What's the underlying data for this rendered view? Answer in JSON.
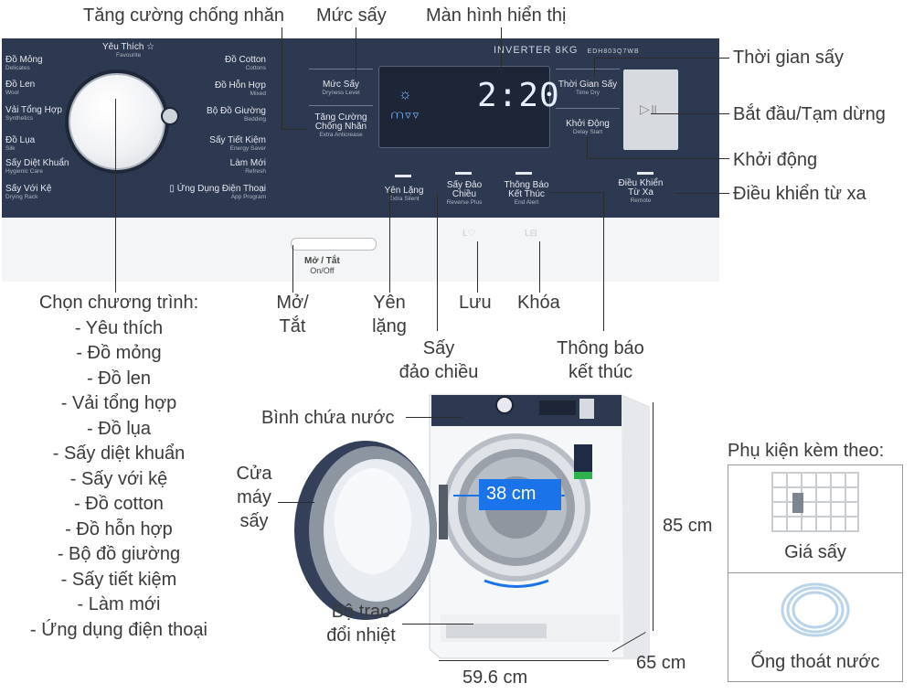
{
  "top_callouts": {
    "anti_crease": "Tăng cường chống nhăn",
    "dryness": "Mức sấy",
    "display": "Màn hình hiển thị"
  },
  "right_callouts": {
    "dry_time": "Thời gian sấy",
    "start_pause": "Bắt đầu/Tạm dừng",
    "delay_start": "Khởi động",
    "remote": "Điều khiển từ xa"
  },
  "bottom_callouts": {
    "on_off_line1": "Mở/",
    "on_off_line2": "Tắt",
    "silent_line1": "Yên",
    "silent_line2": "lặng",
    "save": "Lưu",
    "lock": "Khóa",
    "reverse_line1": "Sấy",
    "reverse_line2": "đảo chiều",
    "end_alert_line1": "Thông báo",
    "end_alert_line2": "kết thúc"
  },
  "programs": {
    "heading": "Chọn chương trình:",
    "items": [
      "- Yêu thích",
      "- Đồ mỏng",
      "- Đồ len",
      "- Vải tổng hợp",
      "- Đồ lụa",
      "- Sấy diệt khuẩn",
      "- Sấy với kệ",
      "- Đồ cotton",
      "- Đồ hỗn hợp",
      "- Bộ đồ giường",
      "- Sấy tiết kiệm",
      "- Làm mới",
      "- Ứng dụng điện thoại"
    ]
  },
  "panel": {
    "brand_line": "INVERTER 8KG",
    "model": "EDH803Q7WB",
    "time": "2:20",
    "fav": "Yêu Thích",
    "fav_en": "Favourite",
    "left_programs": [
      {
        "vi": "Đồ Mỏng",
        "en": "Delicates"
      },
      {
        "vi": "Đồ Len",
        "en": "Wool"
      },
      {
        "vi": "Vải Tổng Hợp",
        "en": "Synthetics"
      },
      {
        "vi": "Đồ Lụa",
        "en": "Silk"
      },
      {
        "vi": "Sấy Diệt Khuẩn",
        "en": "Hygienic Care"
      },
      {
        "vi": "Sấy Với Kệ",
        "en": "Drying Rack"
      }
    ],
    "right_programs": [
      {
        "vi": "Đồ Cotton",
        "en": "Cottons"
      },
      {
        "vi": "Đồ Hỗn Hợp",
        "en": "Mixed"
      },
      {
        "vi": "Bộ Đồ Giường",
        "en": "Bedding"
      },
      {
        "vi": "Sấy Tiết Kiệm",
        "en": "Energy Saver"
      },
      {
        "vi": "Làm Mới",
        "en": "Refresh"
      }
    ],
    "app_program": {
      "vi": "Ứng Dụng Điện Thoại",
      "en": "App Program"
    },
    "dryness_btn": {
      "vi": "Mức Sấy",
      "en": "Dryness Level"
    },
    "anticrease_btn": {
      "vi": "Tăng Cường Chống Nhăn",
      "en": "Extra Anticrease"
    },
    "drytime_btn": {
      "vi": "Thời Gian Sấy",
      "en": "Time Dry"
    },
    "delay_btn": {
      "vi": "Khởi Động",
      "en": "Delay Start"
    },
    "silent_btn": {
      "vi": "Yên Lặng",
      "en": "Extra Silent"
    },
    "reverse_btn": {
      "vi": "Sấy Đảo Chiều",
      "en": "Reverse Plus"
    },
    "endalert_btn": {
      "vi": "Thông Báo Kết Thúc",
      "en": "End Alert"
    },
    "remote_btn": {
      "vi": "Điều Khiển Từ Xa",
      "en": "Remote"
    },
    "onoff_vi": "Mở / Tắt",
    "onoff_en": "On/Off"
  },
  "dryer_callouts": {
    "water_tank": "Bình chứa nước",
    "door_line1": "Cửa",
    "door_line2": "máy",
    "door_line3": "sấy",
    "heat_exchanger_line1": "Bộ trao",
    "heat_exchanger_line2": "đổi nhiệt",
    "drum_diameter": "38 cm",
    "height": "85 cm",
    "width": "59.6 cm",
    "depth": "65 cm"
  },
  "accessories": {
    "heading": "Phụ kiện kèm theo:",
    "rack": "Giá sấy",
    "hose": "Ống thoát nước"
  },
  "colors": {
    "panel": "#2d3950",
    "accent_blue": "#1a73e8",
    "callout_line": "#2c2c2c"
  }
}
